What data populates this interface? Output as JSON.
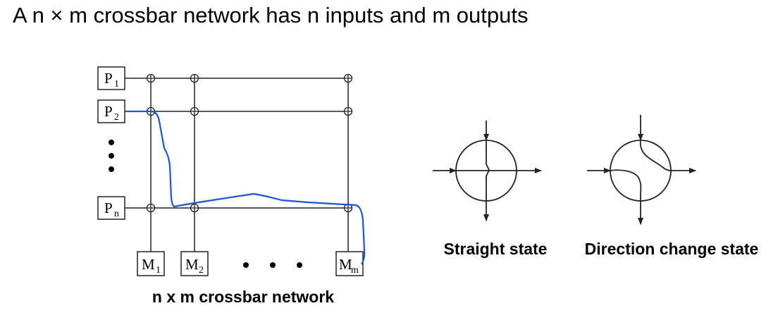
{
  "heading": "A n × m crossbar network has n inputs and m outputs",
  "inputs": [
    {
      "letter": "P",
      "sub": "1"
    },
    {
      "letter": "P",
      "sub": "2"
    },
    {
      "letter": "P",
      "sub": "n"
    }
  ],
  "outputs": [
    {
      "letter": "M",
      "sub": "1"
    },
    {
      "letter": "M",
      "sub": "2"
    },
    {
      "letter": "M",
      "sub": "m"
    }
  ],
  "captions": {
    "crossbar": "n x m crossbar network",
    "straight": "Straight state",
    "direction_change": "Direction change state"
  },
  "colors": {
    "line": "#222222",
    "path": "#1a56d6"
  }
}
